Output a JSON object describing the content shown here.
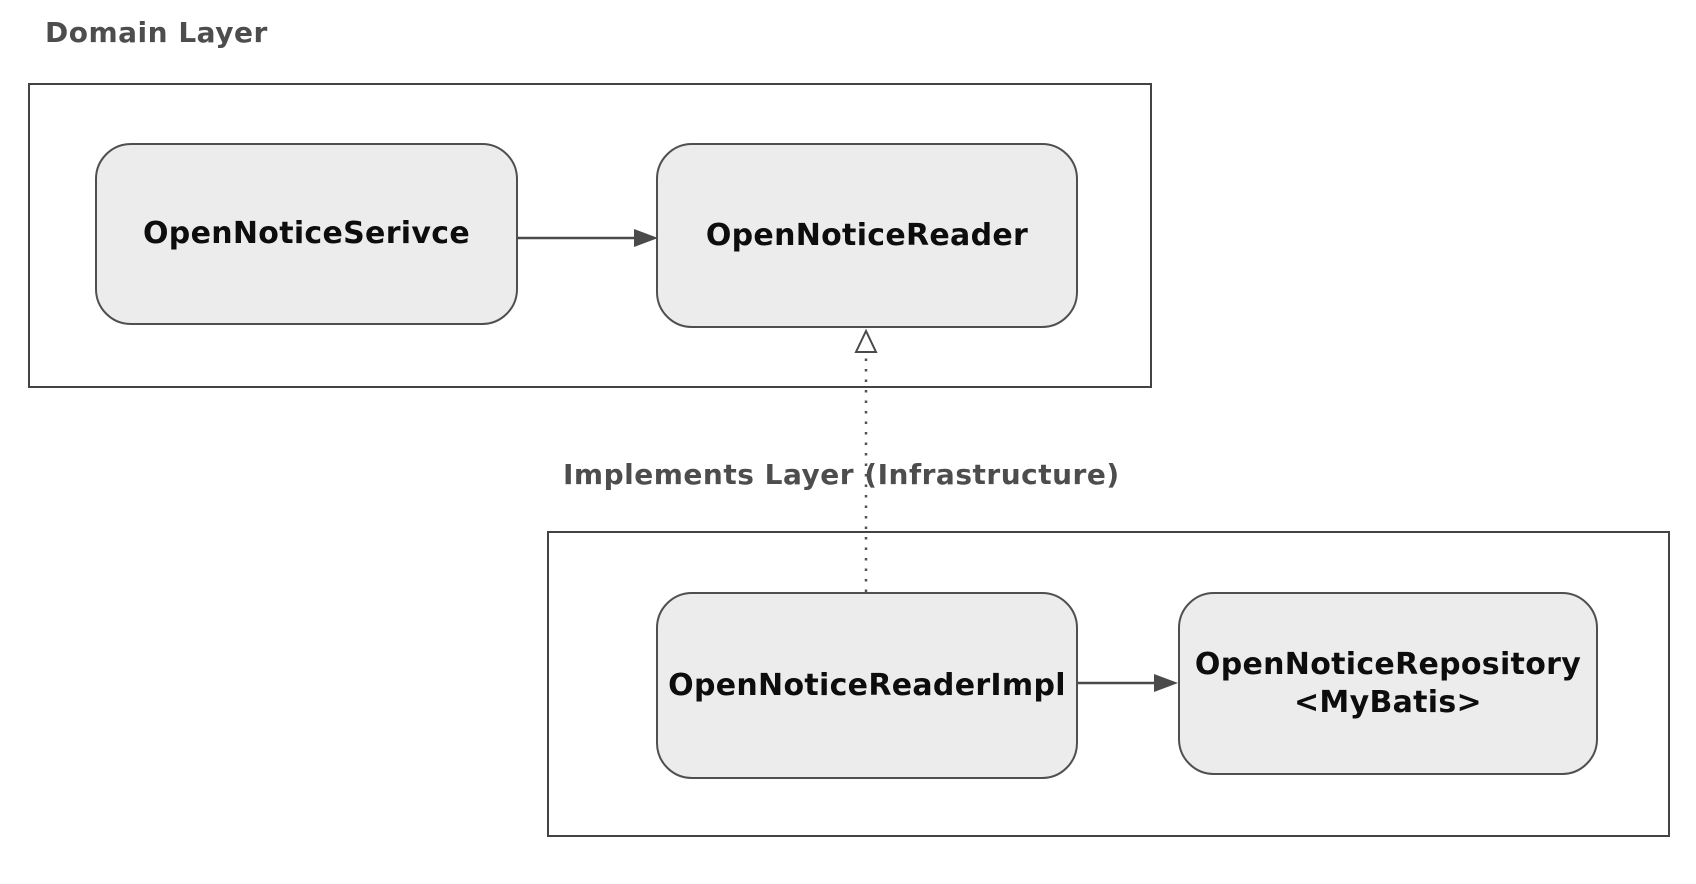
{
  "diagram": {
    "layers": [
      {
        "label": "Domain Layer",
        "nodes": [
          {
            "label": "OpenNoticeSerivce"
          },
          {
            "label": "OpenNoticeReader"
          }
        ]
      },
      {
        "label": "Implements Layer (Infrastructure)",
        "nodes": [
          {
            "label": "OpenNoticeReaderImpl"
          },
          {
            "label": "OpenNoticeRepository",
            "sublabel": "<MyBatis>"
          }
        ]
      }
    ],
    "edges": [
      {
        "from": "OpenNoticeSerivce",
        "to": "OpenNoticeReader",
        "style": "solid-arrow"
      },
      {
        "from": "OpenNoticeReaderImpl",
        "to": "OpenNoticeReader",
        "style": "dotted-line-open-triangle-realization"
      },
      {
        "from": "OpenNoticeReaderImpl",
        "to": "OpenNoticeRepository",
        "style": "solid-arrow"
      }
    ]
  },
  "colors": {
    "background": "#ffffff",
    "node_fill": "#ececec",
    "node_border": "#4f4f4f",
    "container_border": "#434343",
    "node_text": "#0d0d0d",
    "layer_label_text": "#4d4d4d",
    "edge_stroke": "#4a4a4a"
  }
}
